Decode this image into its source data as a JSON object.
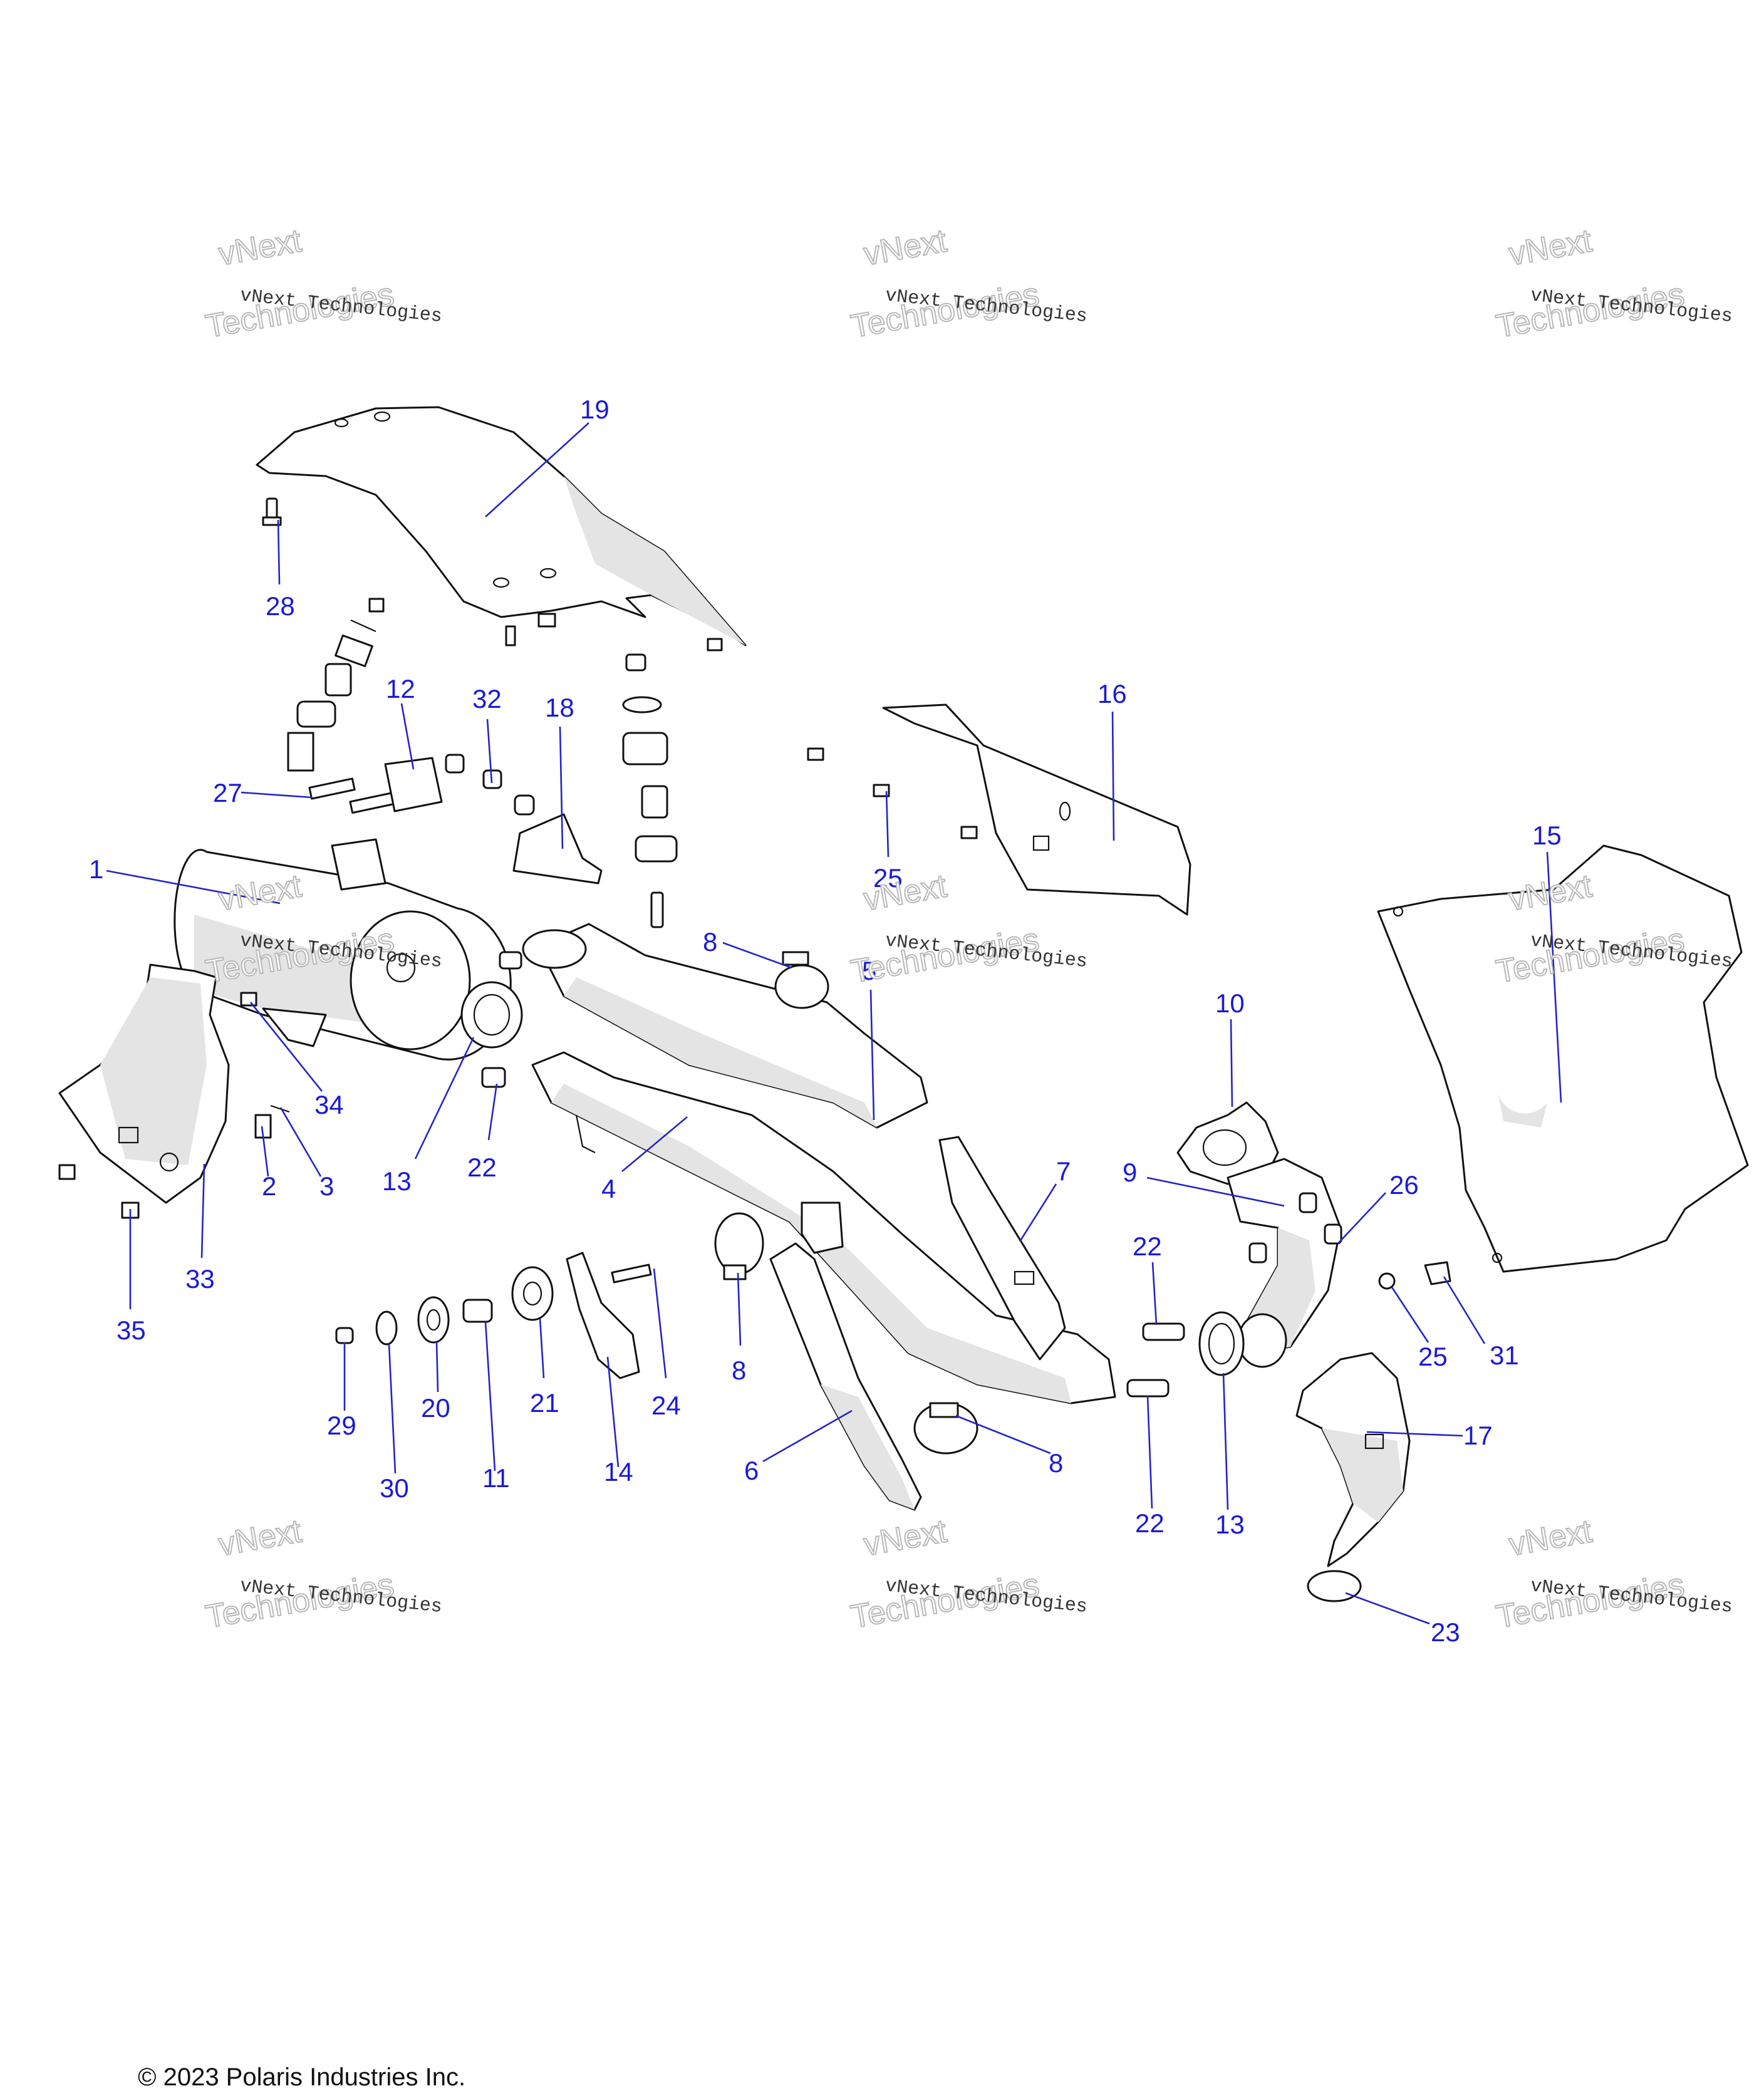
{
  "diagram": {
    "callouts": [
      "19",
      "28",
      "12",
      "32",
      "18",
      "16",
      "27",
      "1",
      "8",
      "5",
      "25",
      "15",
      "10",
      "34",
      "13",
      "22",
      "4",
      "7",
      "9",
      "26",
      "2",
      "3",
      "33",
      "35",
      "22",
      "31",
      "8",
      "25",
      "29",
      "30",
      "20",
      "11",
      "21",
      "14",
      "24",
      "6",
      "8",
      "22",
      "13",
      "17",
      "23"
    ],
    "watermark": {
      "line1": "vNext Technologies",
      "line2a": "vNext",
      "line2b": "Technologies"
    }
  },
  "footer": {
    "copyright": "© 2023 Polaris Industries Inc."
  }
}
